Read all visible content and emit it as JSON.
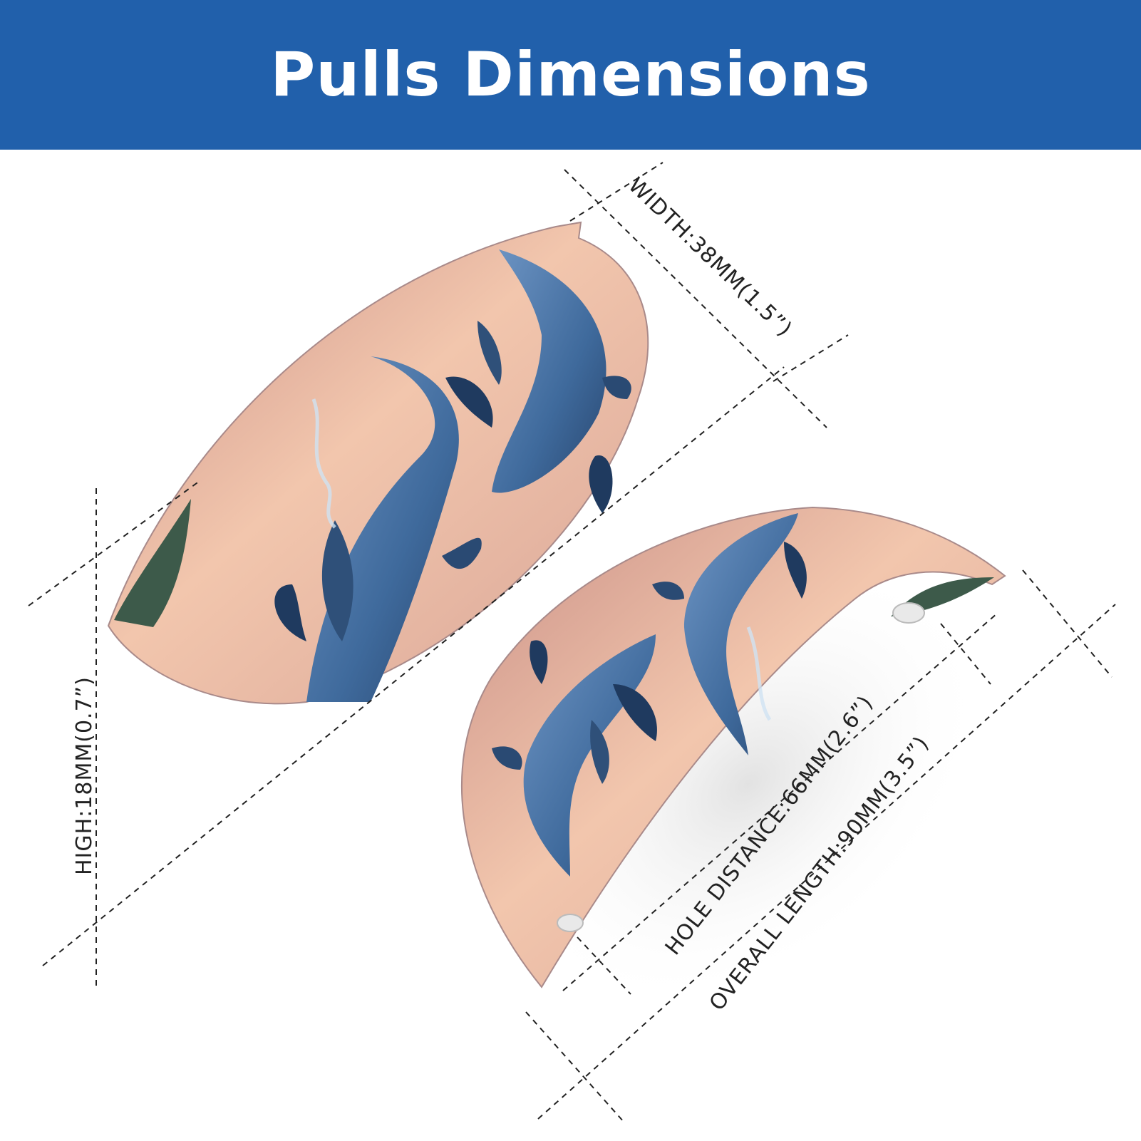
{
  "header": {
    "title": "Pulls Dimensions"
  },
  "colors": {
    "banner": "#2160ab",
    "pull_surface": "#e8b8a4",
    "dolphin": "#3f6a9c",
    "guide_line": "#222222"
  },
  "dimensions": {
    "width": "WIDTH:38MM(1.5”)",
    "high": "HIGH:18MM(0.7”)",
    "hole_distance": "HOLE DISTANCE:66MM(2.6”)",
    "overall_length": "OVERALL LENGTH:90MM(3.5”)"
  }
}
